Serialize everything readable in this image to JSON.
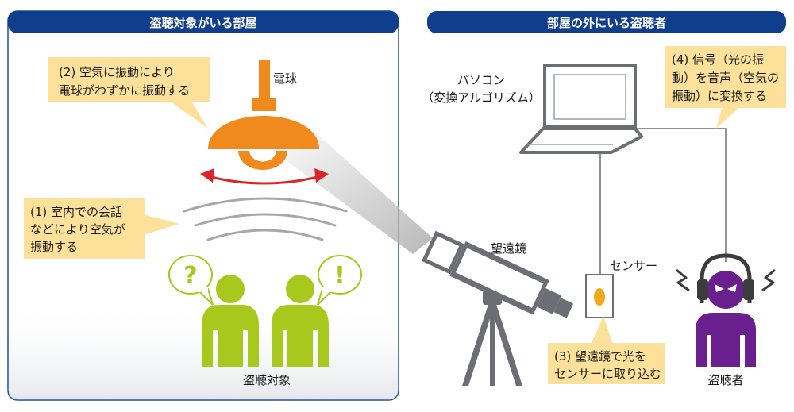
{
  "sections": {
    "left_title": "盗聴対象がいる部屋",
    "right_title": "部屋の外にいる盗聴者"
  },
  "labels": {
    "bulb": "電球",
    "pc_line1": "パソコン",
    "pc_line2": "（変換アルゴリズム）",
    "telescope": "望遠鏡",
    "sensor": "センサー",
    "targets": "盗聴対象",
    "eavesdropper": "盗聴者"
  },
  "callouts": {
    "step1": [
      "(1) 室内での会話",
      "などにより空気が",
      "振動する"
    ],
    "step2": [
      "(2) 空気に振動により",
      "電球がわずかに振動する"
    ],
    "step3": [
      "(3) 望遠鏡で光を",
      "センサーに取り込む"
    ],
    "step4": [
      "(4) 信号（光の振",
      "動）を音声（空気の",
      "振動）に変換する"
    ]
  },
  "marks": {
    "question": "?",
    "exclaim": "!"
  },
  "colors": {
    "header_blue": "#0f3f8c",
    "frame_blue": "#1e4fa0",
    "callout_fill": "#fde19a",
    "lamp_orange": "#f08a1c",
    "person_green": "#a8c81e",
    "eavesdropper_purple": "#6a1f8f",
    "arrow_red": "#d9262c",
    "telescope_gray": "#6b6e74"
  },
  "icons": [
    "lamp-icon",
    "telescope-icon",
    "laptop-icon",
    "sensor-icon",
    "headphones-icon",
    "person-icon"
  ]
}
